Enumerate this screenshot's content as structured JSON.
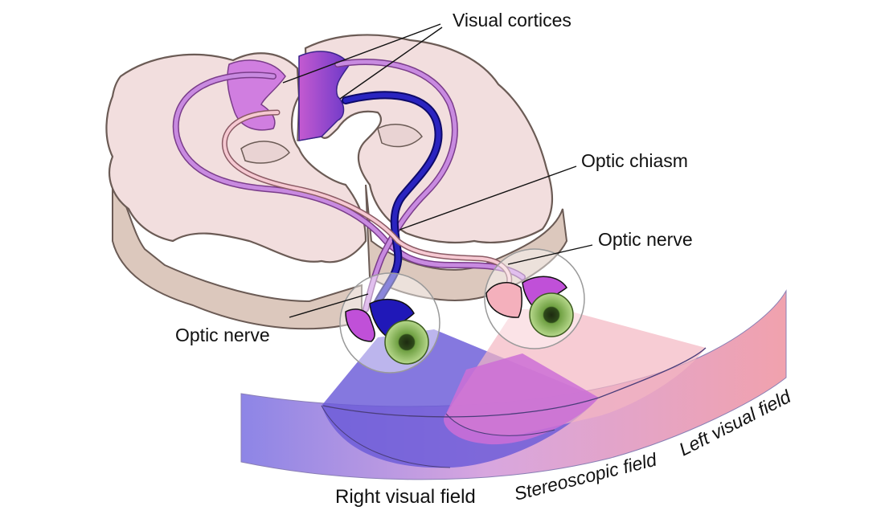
{
  "labels": {
    "visual_cortices": "Visual cortices",
    "optic_chiasm": "Optic chiasm",
    "optic_nerve_right": "Optic nerve",
    "optic_nerve_left": "Optic nerve",
    "right_visual_field": "Right visual field",
    "stereoscopic_field": "Stereoscopic field",
    "left_visual_field": "Left visual field"
  },
  "colors": {
    "brain_fill": "#f2dede",
    "brain_side": "#dcc8bd",
    "brain_outline": "#6b5b55",
    "right_pathway": "#1f1aa8",
    "left_pathway": "#b96ad1",
    "nerve_pink": "#f1b9c7",
    "field_blue": "#7b6ee0",
    "field_pink": "#ee9fb0",
    "overlap_violet": "#cf7ed6",
    "iris_green": "#8ab85a"
  },
  "icons": [
    "brain-section",
    "eyeball",
    "visual-field-band"
  ]
}
